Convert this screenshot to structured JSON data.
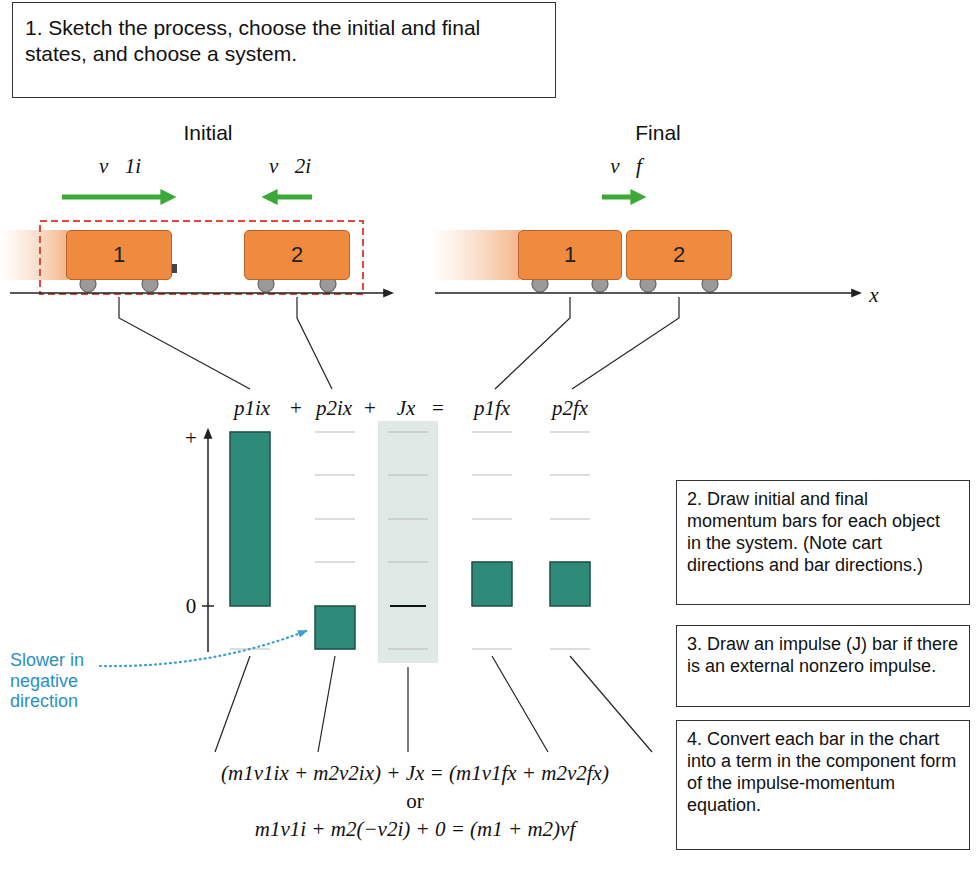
{
  "diagram": {
    "nodes": [
      {
        "text": [
          "1. Sketch the process, choose the initial and final states, and choose a system."
        ]
      },
      {
        "text": [
          "1"
        ]
      },
      {
        "text": [
          "2"
        ]
      },
      {
        "text": [
          "1"
        ]
      },
      {
        "text": [
          "2"
        ]
      },
      {
        "text": [
          "2. Draw initial and final momentum bars for each object in the system. (Note cart directions and bar directions.)"
        ]
      },
      {
        "text": [
          "3. Draw an impulse (J) bar if there is an external nonzero impulse."
        ]
      },
      {
        "text": [
          "4. Convert each bar in the chart into a term in the component form of the impulse-momentum equation."
        ]
      }
    ],
    "labels": [
      "Initial",
      "v⃗1i",
      "v⃗2i",
      "Final",
      "v⃗f",
      "x",
      "p1ix",
      "+",
      "p2ix",
      "+",
      "Jx",
      "=",
      "p1fx",
      "p2fx",
      "+",
      "0",
      "Slower in negative direction",
      "(m1v1ix + m2v2ix) + Jx = (m1v1fx + m2v2fx)",
      "or",
      "m1v1i + m2(−v2i) + 0 = (m1 + m2)vf"
    ]
  }
}
